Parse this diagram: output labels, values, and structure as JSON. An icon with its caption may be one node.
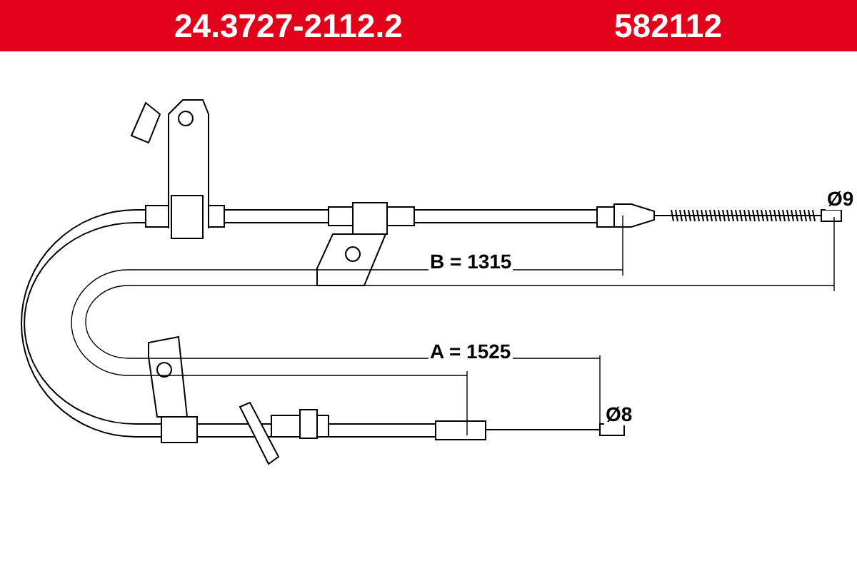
{
  "diagram": {
    "labels": [
      "24.3727-2112.2",
      "582112",
      "B = 1315",
      "A = 1525",
      "Ø9",
      "Ø8"
    ]
  }
}
